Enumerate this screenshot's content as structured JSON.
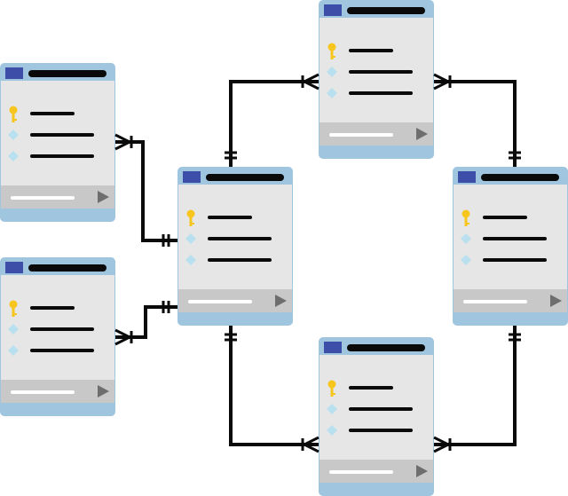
{
  "colors": {
    "card_body": "#e6e6e6",
    "card_edge": "#9fc5df",
    "title_icon": "#3d4ea8",
    "title_bar": "#0a0a0a",
    "key_icon": "#f7c61e",
    "diamond_icon": "#b9e0ef",
    "field_line": "#0a0a0a",
    "footer": "#c8c8c8",
    "footer_bar": "#ffffff",
    "footer_arrow": "#6e6e6e",
    "connector": "#0a0a0a"
  },
  "icons": {
    "header": "table-icon",
    "primary_key": "key-icon",
    "field": "diamond-icon",
    "footer_action": "play-arrow-icon"
  },
  "tables": [
    {
      "id": "t1",
      "fields": [
        "key",
        "diamond",
        "diamond"
      ]
    },
    {
      "id": "t2",
      "fields": [
        "key",
        "diamond",
        "diamond"
      ]
    },
    {
      "id": "t3",
      "fields": [
        "key",
        "diamond",
        "diamond"
      ]
    },
    {
      "id": "t4",
      "fields": [
        "key",
        "diamond",
        "diamond"
      ]
    },
    {
      "id": "t5",
      "fields": [
        "key",
        "diamond",
        "diamond"
      ]
    },
    {
      "id": "t6",
      "fields": [
        "key",
        "diamond",
        "diamond"
      ]
    }
  ],
  "relations": [
    {
      "id": "r1",
      "from": "t1",
      "to": "t3",
      "from_end": "many",
      "to_end": "one"
    },
    {
      "id": "r2",
      "from": "t2",
      "to": "t3",
      "from_end": "many",
      "to_end": "one"
    },
    {
      "id": "r3",
      "from": "t3",
      "to": "t4",
      "from_end": "one",
      "to_end": "many"
    },
    {
      "id": "r4",
      "from": "t4",
      "to": "t6",
      "from_end": "many",
      "to_end": "one"
    },
    {
      "id": "r5",
      "from": "t3",
      "to": "t5",
      "from_end": "one",
      "to_end": "many"
    },
    {
      "id": "r6",
      "from": "t6",
      "to": "t5",
      "from_end": "one",
      "to_end": "many"
    }
  ]
}
